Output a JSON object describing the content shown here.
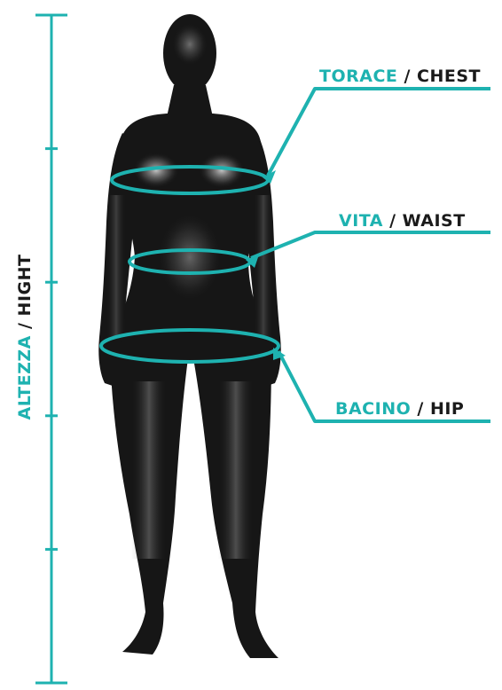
{
  "colors": {
    "accent": "#1eb2b0",
    "label_dark": "#1a1a1a",
    "figure": "#161616",
    "figure_highlight": "#e6e6e6"
  },
  "height_axis": {
    "label_it": "ALTEZZA",
    "separator": " / ",
    "label_en": "HIGHT",
    "tick_count": 6
  },
  "measurements": [
    {
      "id": "chest",
      "label_it": "TORACE",
      "separator": " / ",
      "label_en": "CHEST"
    },
    {
      "id": "waist",
      "label_it": "VITA",
      "separator": " / ",
      "label_en": "WAIST"
    },
    {
      "id": "hip",
      "label_it": "BACINO",
      "separator": " / ",
      "label_en": "HIP"
    }
  ],
  "figure": {
    "icon": "female-body-silhouette-icon"
  }
}
